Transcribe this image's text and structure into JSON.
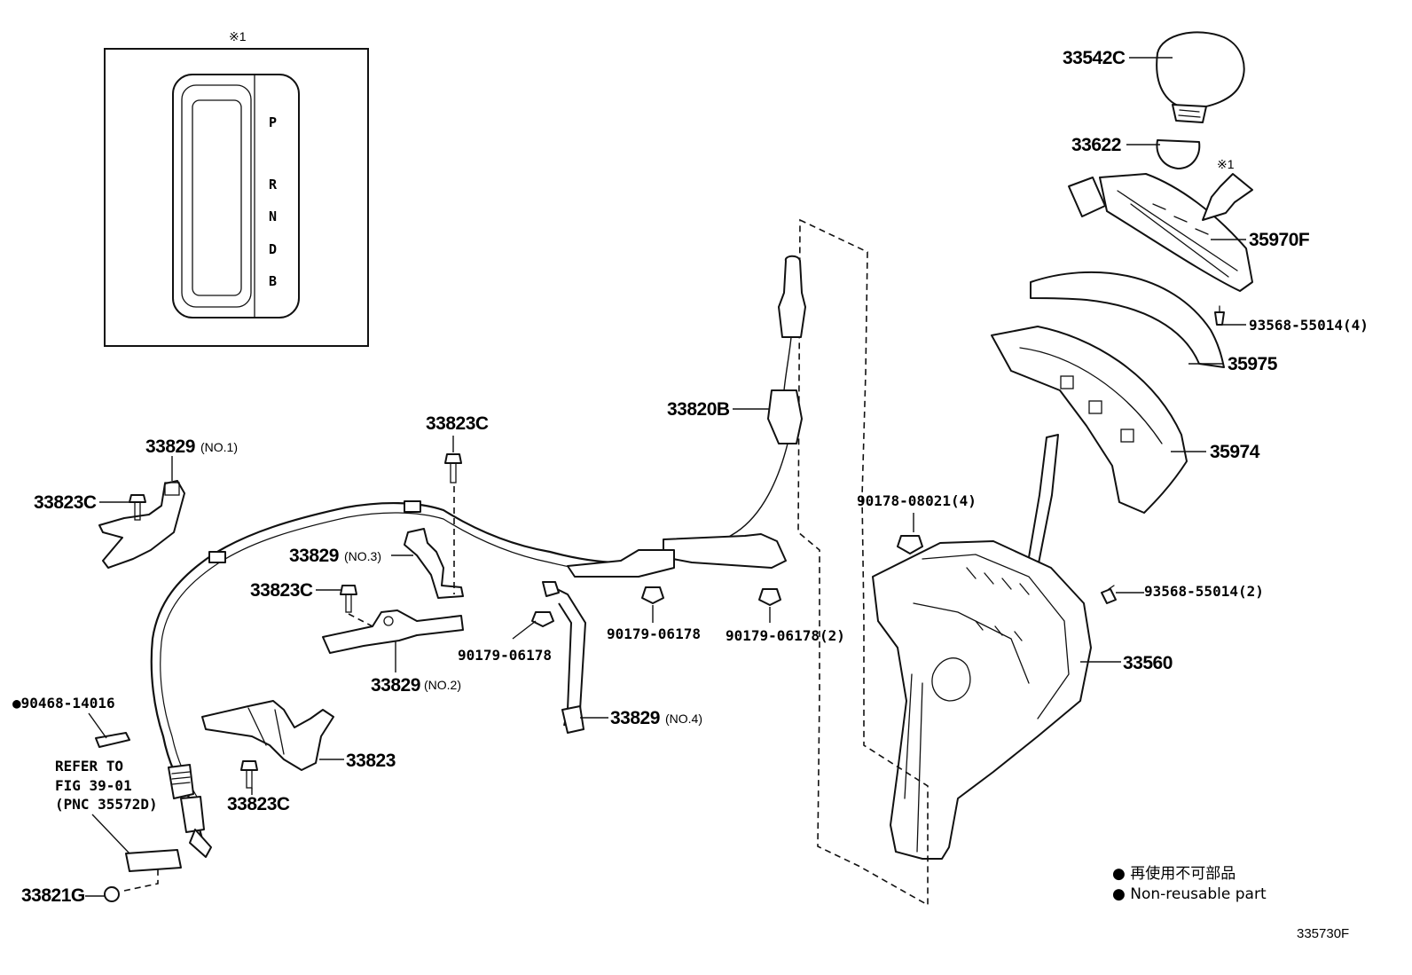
{
  "figure_id": "335730F",
  "inset": {
    "marker": "※1",
    "gear_positions": [
      "P",
      "R",
      "N",
      "D",
      "B"
    ]
  },
  "arrow_marker": "※1",
  "parts": {
    "p33542C": "33542C",
    "p33622": "33622",
    "p35970F": "35970F",
    "p93568_4": "93568-55014(4)",
    "p35975": "35975",
    "p35974": "35974",
    "p33820B": "33820B",
    "p33823C_top": "33823C",
    "p33829_no1": "33829",
    "p33829_no1_note": "(NO.1)",
    "p33823C_left": "33823C",
    "p33829_no3": "33829",
    "p33829_no3_note": "(NO.3)",
    "p33823C_mid": "33823C",
    "p90179_a": "90179-06178",
    "p90179_b": "90179-06178",
    "p90179_c": "90179-06178(2)",
    "p33829_no2": "33829",
    "p33829_no2_note": "(NO.2)",
    "p33829_no4": "33829",
    "p33829_no4_note": "(NO.4)",
    "p90178": "90178-08021(4)",
    "p93568_2": "93568-55014(2)",
    "p33560": "33560",
    "p90468": "●90468-14016",
    "p33823": "33823",
    "p33823C_bottom": "33823C",
    "p33821G": "33821G"
  },
  "refer": {
    "line1": "REFER TO",
    "line2": "FIG 39-01",
    "line3": "(PNC 35572D)"
  },
  "legend": {
    "japanese": "● 再使用不可部品",
    "english": "● Non-reusable part"
  }
}
